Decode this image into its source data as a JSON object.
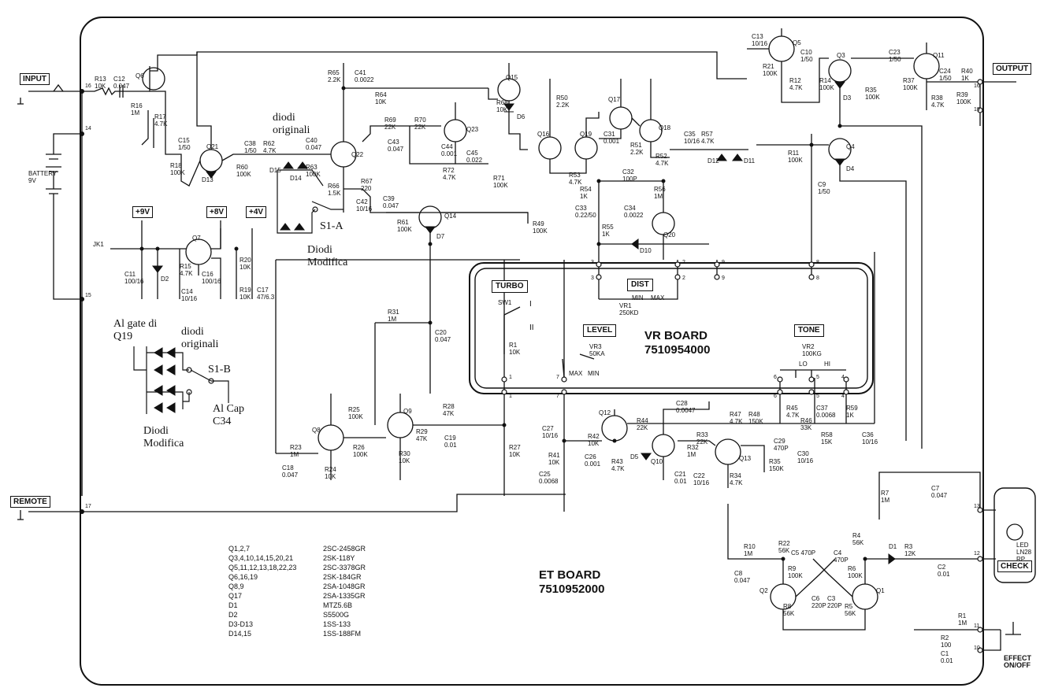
{
  "terminals": {
    "input": "INPUT",
    "output": "OUTPUT",
    "remote": "REMOTE",
    "check": "CHECK",
    "effect": "EFFECT ON/OFF",
    "battery": "BATTERY 9V",
    "jk1": "JK1"
  },
  "rails": {
    "v9": "+9V",
    "v8": "+8V",
    "v4": "+4V"
  },
  "boards": {
    "et_title": "ET BOARD",
    "et_code": "7510952000",
    "vr_title": "VR BOARD",
    "vr_code": "7510954000"
  },
  "controls": {
    "turbo": "TURBO",
    "dist": "DIST",
    "level": "LEVEL",
    "tone": "TONE",
    "sw1": "SW1",
    "vr1": "VR1 250KD",
    "vr2": "VR2 100KG",
    "vr3": "VR3 50KA",
    "min": "MIN",
    "max": "MAX",
    "lo": "LO",
    "hi": "HI",
    "sw_pos1": "I",
    "sw_pos2": "II"
  },
  "handwritten": {
    "diodi_originali_1": "diodi originali",
    "s1a": "S1-A",
    "diodi_modifica_1": "Diodi Modifica",
    "al_gate": "Al gate di Q19",
    "diodi_originali_2": "diodi originali",
    "s1b": "S1-B",
    "al_cap": "Al Cap C34",
    "diodi_modifica_2": "Diodi Modifica"
  },
  "legend": [
    {
      "parts": "Q1,2,7",
      "value": "2SC-2458GR"
    },
    {
      "parts": "Q3,4,10,14,15,20,21",
      "value": "2SK-118Y"
    },
    {
      "parts": "Q5,11,12,13,18,22,23",
      "value": "2SC-3378GR"
    },
    {
      "parts": "Q6,16,19",
      "value": "2SK-184GR"
    },
    {
      "parts": "Q8,9",
      "value": "2SA-1048GR"
    },
    {
      "parts": "Q17",
      "value": "2SA-1335GR"
    },
    {
      "parts": "D1",
      "value": "MTZ5.6B"
    },
    {
      "parts": "D2",
      "value": "S5500G"
    },
    {
      "parts": "D3-D13",
      "value": "1SS-133"
    },
    {
      "parts": "D14,15",
      "value": "1SS-188FM"
    }
  ],
  "components": {
    "r13": "R13 10K",
    "c12": "C12 0.047",
    "r16": "R16 1M",
    "r17": "R17 4.7K",
    "q6": "Q6",
    "c15": "C15 1/50",
    "r18": "R18 100K",
    "q21": "Q21",
    "d13": "D13",
    "r60": "R60 100K",
    "c38": "C38 1/50",
    "r62": "R62 4.7K",
    "c40": "C40 0.047",
    "r63": "R63 100K",
    "d15": "D15",
    "d14": "D14",
    "r66": "R66 1.5K",
    "q22": "Q22",
    "r67": "R67 220",
    "c42": "C42 10/16",
    "r65": "R65 2.2K",
    "c41": "C41 0.0022",
    "r64": "R64 10K",
    "r69": "R69 22K",
    "r70": "R70 22K",
    "q23": "Q23",
    "c43": "C43 0.047",
    "c44": "C44 0.001",
    "c45": "C45 0.022",
    "r72": "R72 4.7K",
    "r71": "R71 100K",
    "r68": "R68 10K",
    "q15": "Q15",
    "d6": "D6",
    "c39": "C39 0.047",
    "r61": "R61 100K",
    "q14": "Q14",
    "d7": "D7",
    "r49": "R49 100K",
    "r50": "R50 2.2K",
    "q16": "Q16",
    "q19": "Q19",
    "r53": "R53 4.7K",
    "q17": "Q17",
    "c31": "C31 0.001",
    "r51": "R51 2.2K",
    "q18": "Q18",
    "r52": "R52 4.7K",
    "c32": "C32 100P",
    "r54": "R54 1K",
    "c33": "C33 0.22/50",
    "r56": "R56 1M",
    "c34": "C34 0.0022",
    "q20": "Q20",
    "r55": "R55 1K",
    "d10": "D10",
    "c35": "C35 10/16",
    "r57": "R57 4.7K",
    "d12": "D12",
    "d11": "D11",
    "c13": "C13 10/16",
    "q5": "Q5",
    "r21": "R21 100K",
    "r12": "R12 4.7K",
    "c10": "C10 1/50",
    "r14": "R14 100K",
    "q3": "Q3",
    "d3": "D3",
    "r35": "R35 100K",
    "c23": "C23 1/50",
    "q11": "Q11",
    "r37": "R37 100K",
    "r38": "R38 4.7K",
    "c24": "C24 1/50",
    "r40": "R40 1K",
    "r39": "R39 100K",
    "r11": "R11 100K",
    "q4": "Q4",
    "d4": "D4",
    "c9": "C9 1/50",
    "c11": "C11 100/16",
    "d2": "D2",
    "r15": "R15 4.7K",
    "q7": "Q7",
    "c16": "C16 100/16",
    "c14": "C14 10/16",
    "r20": "R20 10K",
    "r19": "R19 10K",
    "c17": "C17 47/6.3",
    "r31": "R31 1M",
    "c20": "C20 0.047",
    "r1": "R1 10K",
    "r27": "R27 10K",
    "q8": "Q8",
    "r25": "R25 100K",
    "q9": "Q9",
    "r28": "R28 47K",
    "r29": "R29 47K",
    "c19": "C19 0.01",
    "r23": "R23 1M",
    "c18": "C18 0.047",
    "r24": "R24 10K",
    "r26": "R26 100K",
    "r30": "R30 10K",
    "c27": "C27 10/16",
    "r42": "R42 10K",
    "q12": "Q12",
    "r44": "R44 22K",
    "c28": "C28 0.0047",
    "r47": "R47 4.7K",
    "r48": "R48 150K",
    "c29": "C29 470P",
    "r45": "R45 4.7K",
    "c37": "C37 0.0068",
    "r59": "R59 1K",
    "r46": "R46 33K",
    "r33": "R33 22K",
    "r32": "R32 1M",
    "q13": "Q13",
    "r58": "R58 15K",
    "c36": "C36 10/16",
    "c30": "C30 10/16",
    "r35b": "R35 150K",
    "r41": "R41 10K",
    "c26": "C26 0.001",
    "r43": "R43 4.7K",
    "d5": "D5",
    "q10": "Q10",
    "c21": "C21 0.01",
    "c22": "C22 10/16",
    "r34": "R34 4.7K",
    "c25": "C25 0.0068",
    "r7": "R7 1M",
    "c7": "C7 0.047",
    "r10": "R10 1M",
    "c8": "C8 0.047",
    "r22": "R22 56K",
    "c5": "C5 470P",
    "r4": "R4 56K",
    "c4": "C4 470P",
    "r9": "R9 100K",
    "r6": "R6 100K",
    "q2": "Q2",
    "q1": "Q1",
    "r8": "R8 56K",
    "c6": "C6 220P",
    "c3": "C3 220P",
    "r5": "R5 56K",
    "d1": "D1",
    "r3": "R3 12K",
    "c2": "C2 0.01",
    "r1b": "R1 1M",
    "r2": "R2 100",
    "c1": "C1 0.01",
    "led": "LED LN28 RP"
  },
  "nodes": {
    "n16": "16",
    "n14": "14",
    "n15": "15",
    "n17": "17",
    "n19": "19",
    "n13": "13",
    "n12": "12",
    "n11": "11",
    "n10": "10",
    "p1": "1",
    "p2": "2",
    "p3": "3",
    "p4": "4",
    "p5": "5",
    "p6": "6",
    "p7": "7",
    "p8": "8",
    "p9": "9"
  }
}
